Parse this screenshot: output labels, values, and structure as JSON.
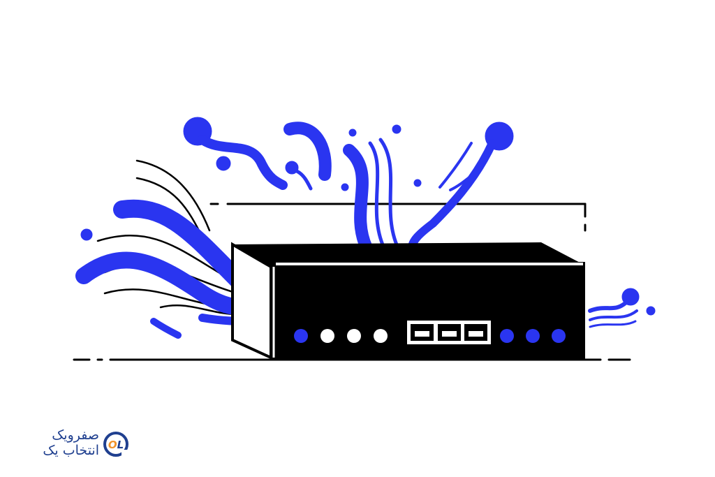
{
  "colors": {
    "accent": "#2a35f0",
    "ink": "#000000",
    "logo_blue": "#1f3f8f",
    "logo_orange": "#f0932b"
  },
  "logo": {
    "line1": "صفرویک",
    "line2": "انتخاب یک",
    "mark": "OL"
  }
}
